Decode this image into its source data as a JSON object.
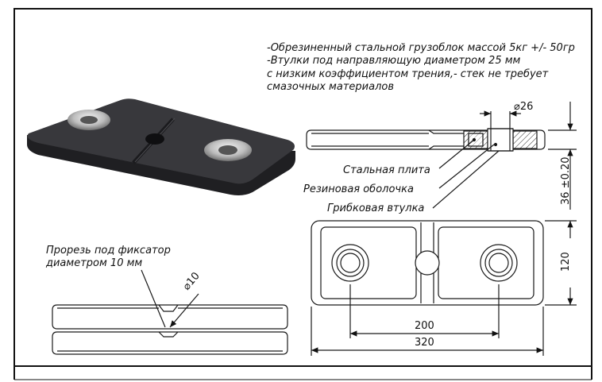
{
  "notes": {
    "line1": "-Обрезиненный стальной грузоблок массой 5кг +/- 50гр",
    "line2": "-Втулки под направляющую диаметром 25 мм",
    "line3": "с низким коэффициентом трения,- стек не требует",
    "line4": "смазочных материалов"
  },
  "callouts": {
    "steel_plate": "Стальная плита",
    "rubber_shell": "Резиновая оболочка",
    "bushing": "Грибковая втулка",
    "slot_line1": "Прорезь под фиксатор",
    "slot_line2": "диаметром 10 мм"
  },
  "dimensions": {
    "bore_diameter": "⌀26",
    "height": "36 ±0.20",
    "width": "120",
    "hole_spacing": "200",
    "length": "320",
    "slot_diameter": "⌀10"
  },
  "colors": {
    "line": "#1a1a1a",
    "body_dark": "#2b2b2e",
    "body_top": "#3a3a3e"
  }
}
